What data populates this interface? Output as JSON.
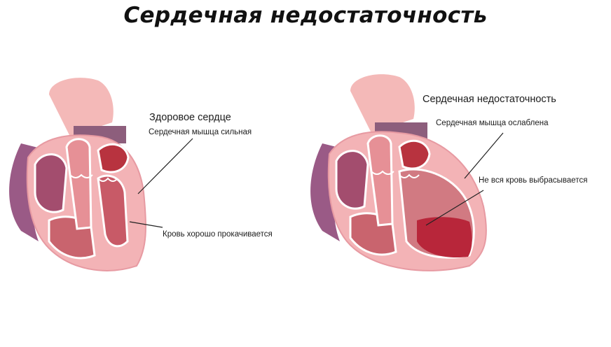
{
  "title": "Сердечная недостаточность",
  "panels": [
    {
      "id": "healthy",
      "heading": "Здоровое сердце",
      "callouts": [
        {
          "text": "Сердечная мышца сильная"
        },
        {
          "text": "Кровь хорошо прокачивается"
        }
      ]
    },
    {
      "id": "failure",
      "heading": "Сердечная недостаточность",
      "callouts": [
        {
          "text": "Сердечная мышца ослаблена"
        },
        {
          "text": "Не вся кровь выбрасывается"
        }
      ]
    }
  ],
  "colors": {
    "background": "#ffffff",
    "myocardium": "#f2b2b5",
    "chamber": "#c9606f",
    "blood_pool": "#b8263a",
    "vein_purple": "#8a4f7a",
    "aorta": "#f4b7b5",
    "line": "#222222"
  }
}
